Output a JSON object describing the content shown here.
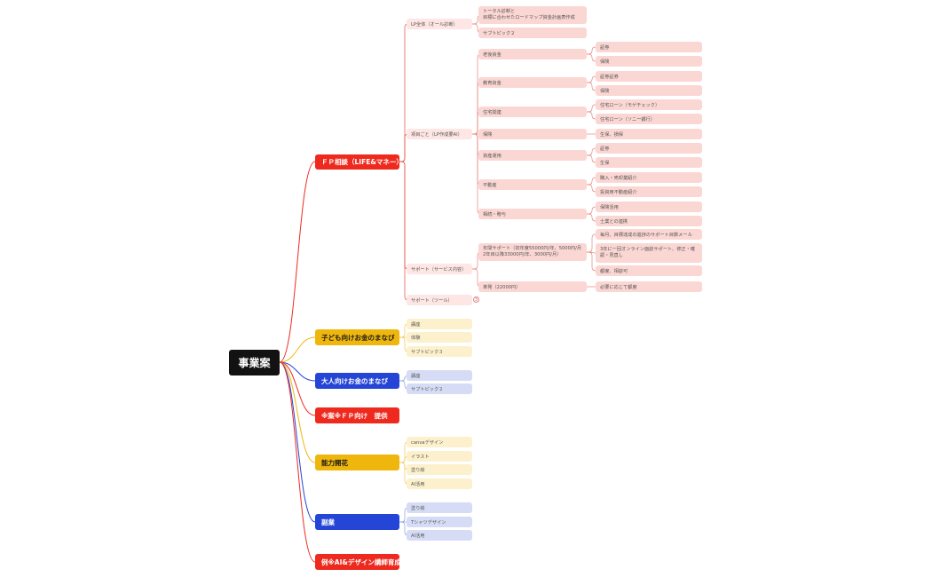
{
  "root": "事業案",
  "colors": {
    "red": "#ee2a1e",
    "yellow": "#efb70d",
    "blue": "#2445d6",
    "pink": "#fbd7d4",
    "light_yellow": "#fcf1cc",
    "light_blue": "#d6dcf5"
  },
  "branches": {
    "fp": {
      "label": "ＦＰ相談（LIFE&マネー）",
      "lp_overall": {
        "label": "LP全体（オール診断）",
        "total_diagnosis": "トータル診断と\n目標に合わせたロードマップ資金計画表作成",
        "subtopic2": "サブトピック２"
      },
      "category": {
        "label": "項目ごと（LP作成要AI）",
        "retirement": {
          "label": "老後資金",
          "items": [
            "証券",
            "保険"
          ]
        },
        "education": {
          "label": "教育資金",
          "items": [
            "証券証券",
            "保険"
          ]
        },
        "housing": {
          "label": "住宅関連",
          "items": [
            "住宅ローン（モゲチェック）",
            "住宅ローン（ソニー銀行）"
          ]
        },
        "insurance": {
          "label": "保険",
          "items": [
            "生保、損保"
          ]
        },
        "asset": {
          "label": "資産運用",
          "items": [
            "証券",
            "生保"
          ]
        },
        "realestate": {
          "label": "不動産",
          "items": [
            "購入・売却業紹介",
            "投資用不動産紹介"
          ]
        },
        "inheritance": {
          "label": "相続・贈与",
          "items": [
            "保険活用",
            "士業との連携"
          ]
        }
      },
      "support_service": {
        "label": "サポート（サービス内容）",
        "annual": {
          "label": "年間サポート（初年度55000円/年、5000円/月\n2年目以降33000円/年、3000円/月）",
          "items": [
            "毎月、目標達成の進捗のサポート目数メール",
            "3年に一回オンライン面談サポート、修正・確認・見直し",
            "都度、相談可"
          ]
        },
        "oneoff": {
          "label": "単発（22000円）",
          "items": [
            "必要に応じて都度"
          ]
        }
      },
      "support_tool": {
        "label": "サポート（ツール）",
        "count": "3"
      }
    },
    "kids": {
      "label": "子ども向けお金のまなび",
      "items": [
        "講座",
        "体験",
        "サブトピック３"
      ]
    },
    "adults": {
      "label": "大人向けお金のまなび",
      "items": [
        "講座",
        "サブトピック２"
      ]
    },
    "fp_provide": {
      "label": "※案※ＦＰ向け　提供"
    },
    "ability": {
      "label": "能力開花",
      "items": [
        "canvaデザイン",
        "イラスト",
        "塗り絵",
        "AI活用"
      ]
    },
    "side": {
      "label": "副業",
      "items": [
        "塗り絵",
        "Tシャツデザイン",
        "AI活用"
      ]
    },
    "ai_design": {
      "label": "例※AI&デザイン講師育成"
    }
  }
}
